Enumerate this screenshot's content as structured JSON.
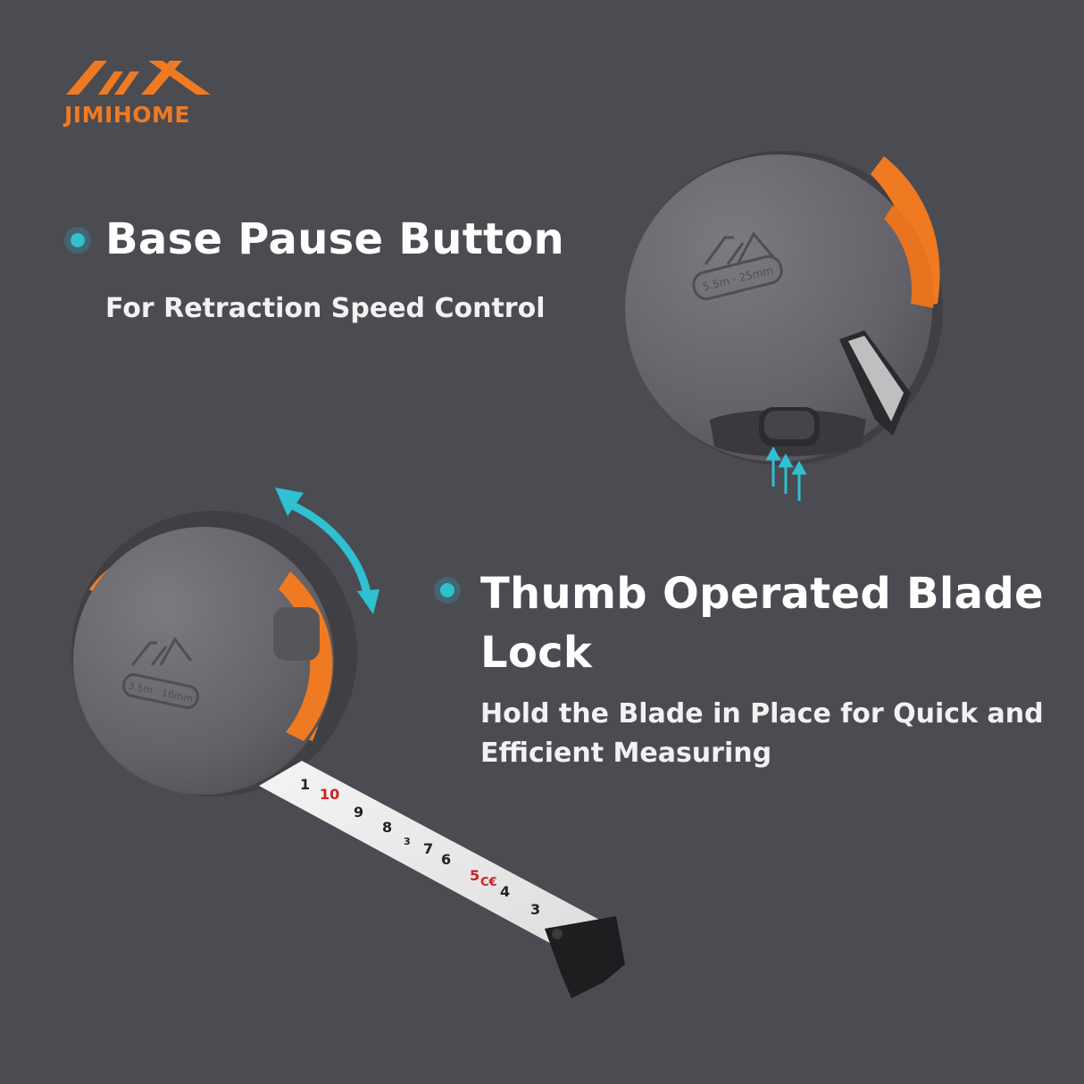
{
  "brand": {
    "name": "JIMIHOME",
    "color": "#f07a22"
  },
  "features": [
    {
      "title": "Base Pause Button",
      "subtitle": "For Retraction Speed Control",
      "bullet_icon": "dot-icon"
    },
    {
      "title": "Thumb Operated Blade Lock",
      "subtitle": "Hold the Blade in Place for Quick and Efficient Measuring",
      "bullet_icon": "dot-icon"
    }
  ],
  "products": [
    {
      "label": "5.5m · 25mm",
      "accent": "#f07a22"
    },
    {
      "label": "3.5m · 16mm",
      "accent": "#f07a22"
    }
  ],
  "tape_markings": [
    "1",
    "10",
    "9",
    "8",
    "3",
    "7",
    "6",
    "5",
    "4",
    "C€",
    "3"
  ],
  "colors": {
    "background": "#4b4b52",
    "body": "#6b6b70",
    "accent_arrow": "#2fc0d2"
  }
}
